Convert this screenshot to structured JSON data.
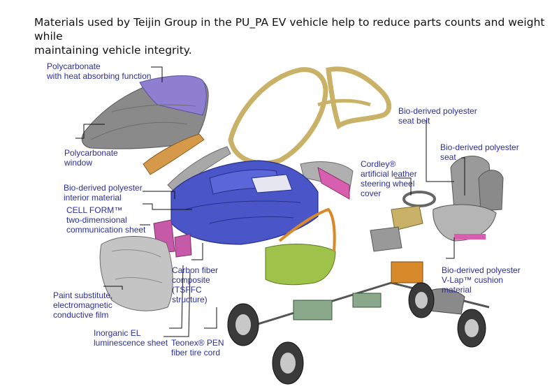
{
  "caption": {
    "line1": "Materials used by Teijin Group in the PU_PA EV vehicle help to reduce parts counts and weight while",
    "line2": "maintaining vehicle integrity."
  },
  "colors": {
    "label": "#2a2f9c",
    "leader": "#111111",
    "body_blue": "#4a55c8",
    "purple": "#8f7fd0",
    "grey": "#9a9a9a",
    "yellow_frame": "#c9b267",
    "green_door": "#9fc24a",
    "pink": "#d85fb0",
    "orange": "#d88a2a"
  },
  "labels": {
    "polycarb_heat": [
      "Polycarbonate",
      "with heat absorbing function"
    ],
    "polycarb_window": [
      "Polycarbonate",
      "window"
    ],
    "bio_interior": [
      "Bio-derived polyester",
      "interior material"
    ],
    "cell_form": [
      "CELL FORM™",
      "two-dimensional",
      "communication sheet"
    ],
    "paint_sub": [
      "Paint substitute,",
      "electromagnetic",
      "conductive film"
    ],
    "carbon_fiber": [
      "Carbon fiber",
      "composite",
      "(TSFFC",
      "structure)"
    ],
    "inorganic_el": [
      "Inorganic EL",
      "luminescence sheet"
    ],
    "teonex": [
      "Teonex® PEN",
      "fiber tire cord"
    ],
    "cordley": [
      "Cordley®",
      "artificial leather",
      "steering wheel",
      "cover"
    ],
    "seat_belt": [
      "Bio-derived polyester",
      "seat belt"
    ],
    "seat": [
      "Bio-derived polyester",
      "seat"
    ],
    "vlap": [
      "Bio-derived polyester",
      "V-Lap™  cushion",
      "material"
    ]
  }
}
